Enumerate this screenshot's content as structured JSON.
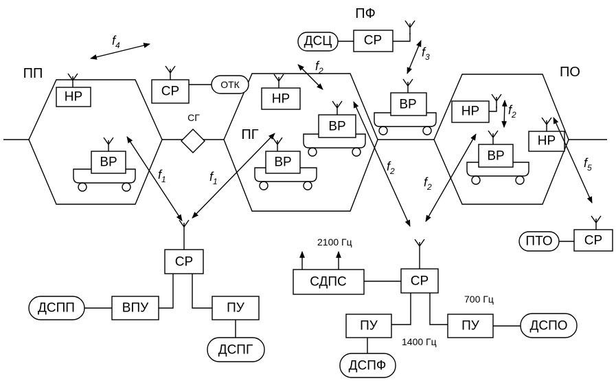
{
  "zones": {
    "pp": "ПП",
    "pg": "ПГ",
    "pf": "ПФ",
    "po": "ПО"
  },
  "blocks": {
    "nr": "НР",
    "sr": "СР",
    "vr": "ВР",
    "otk": "ОТК",
    "sg": "СГ",
    "dsc": "ДСЦ",
    "pto": "ПТО",
    "sdps": "СДПС",
    "vpu": "ВПУ",
    "pu": "ПУ",
    "dspp": "ДСПП",
    "dspg": "ДСПГ",
    "dspf": "ДСПФ",
    "dspo": "ДСПО"
  },
  "frequencies": {
    "f": "f",
    "s1": "1",
    "s2": "2",
    "s3": "3",
    "s4": "4",
    "s5": "5"
  },
  "tones": {
    "t2100": "2100 Гц",
    "t700": "700 Гц",
    "t1400": "1400 Гц"
  }
}
